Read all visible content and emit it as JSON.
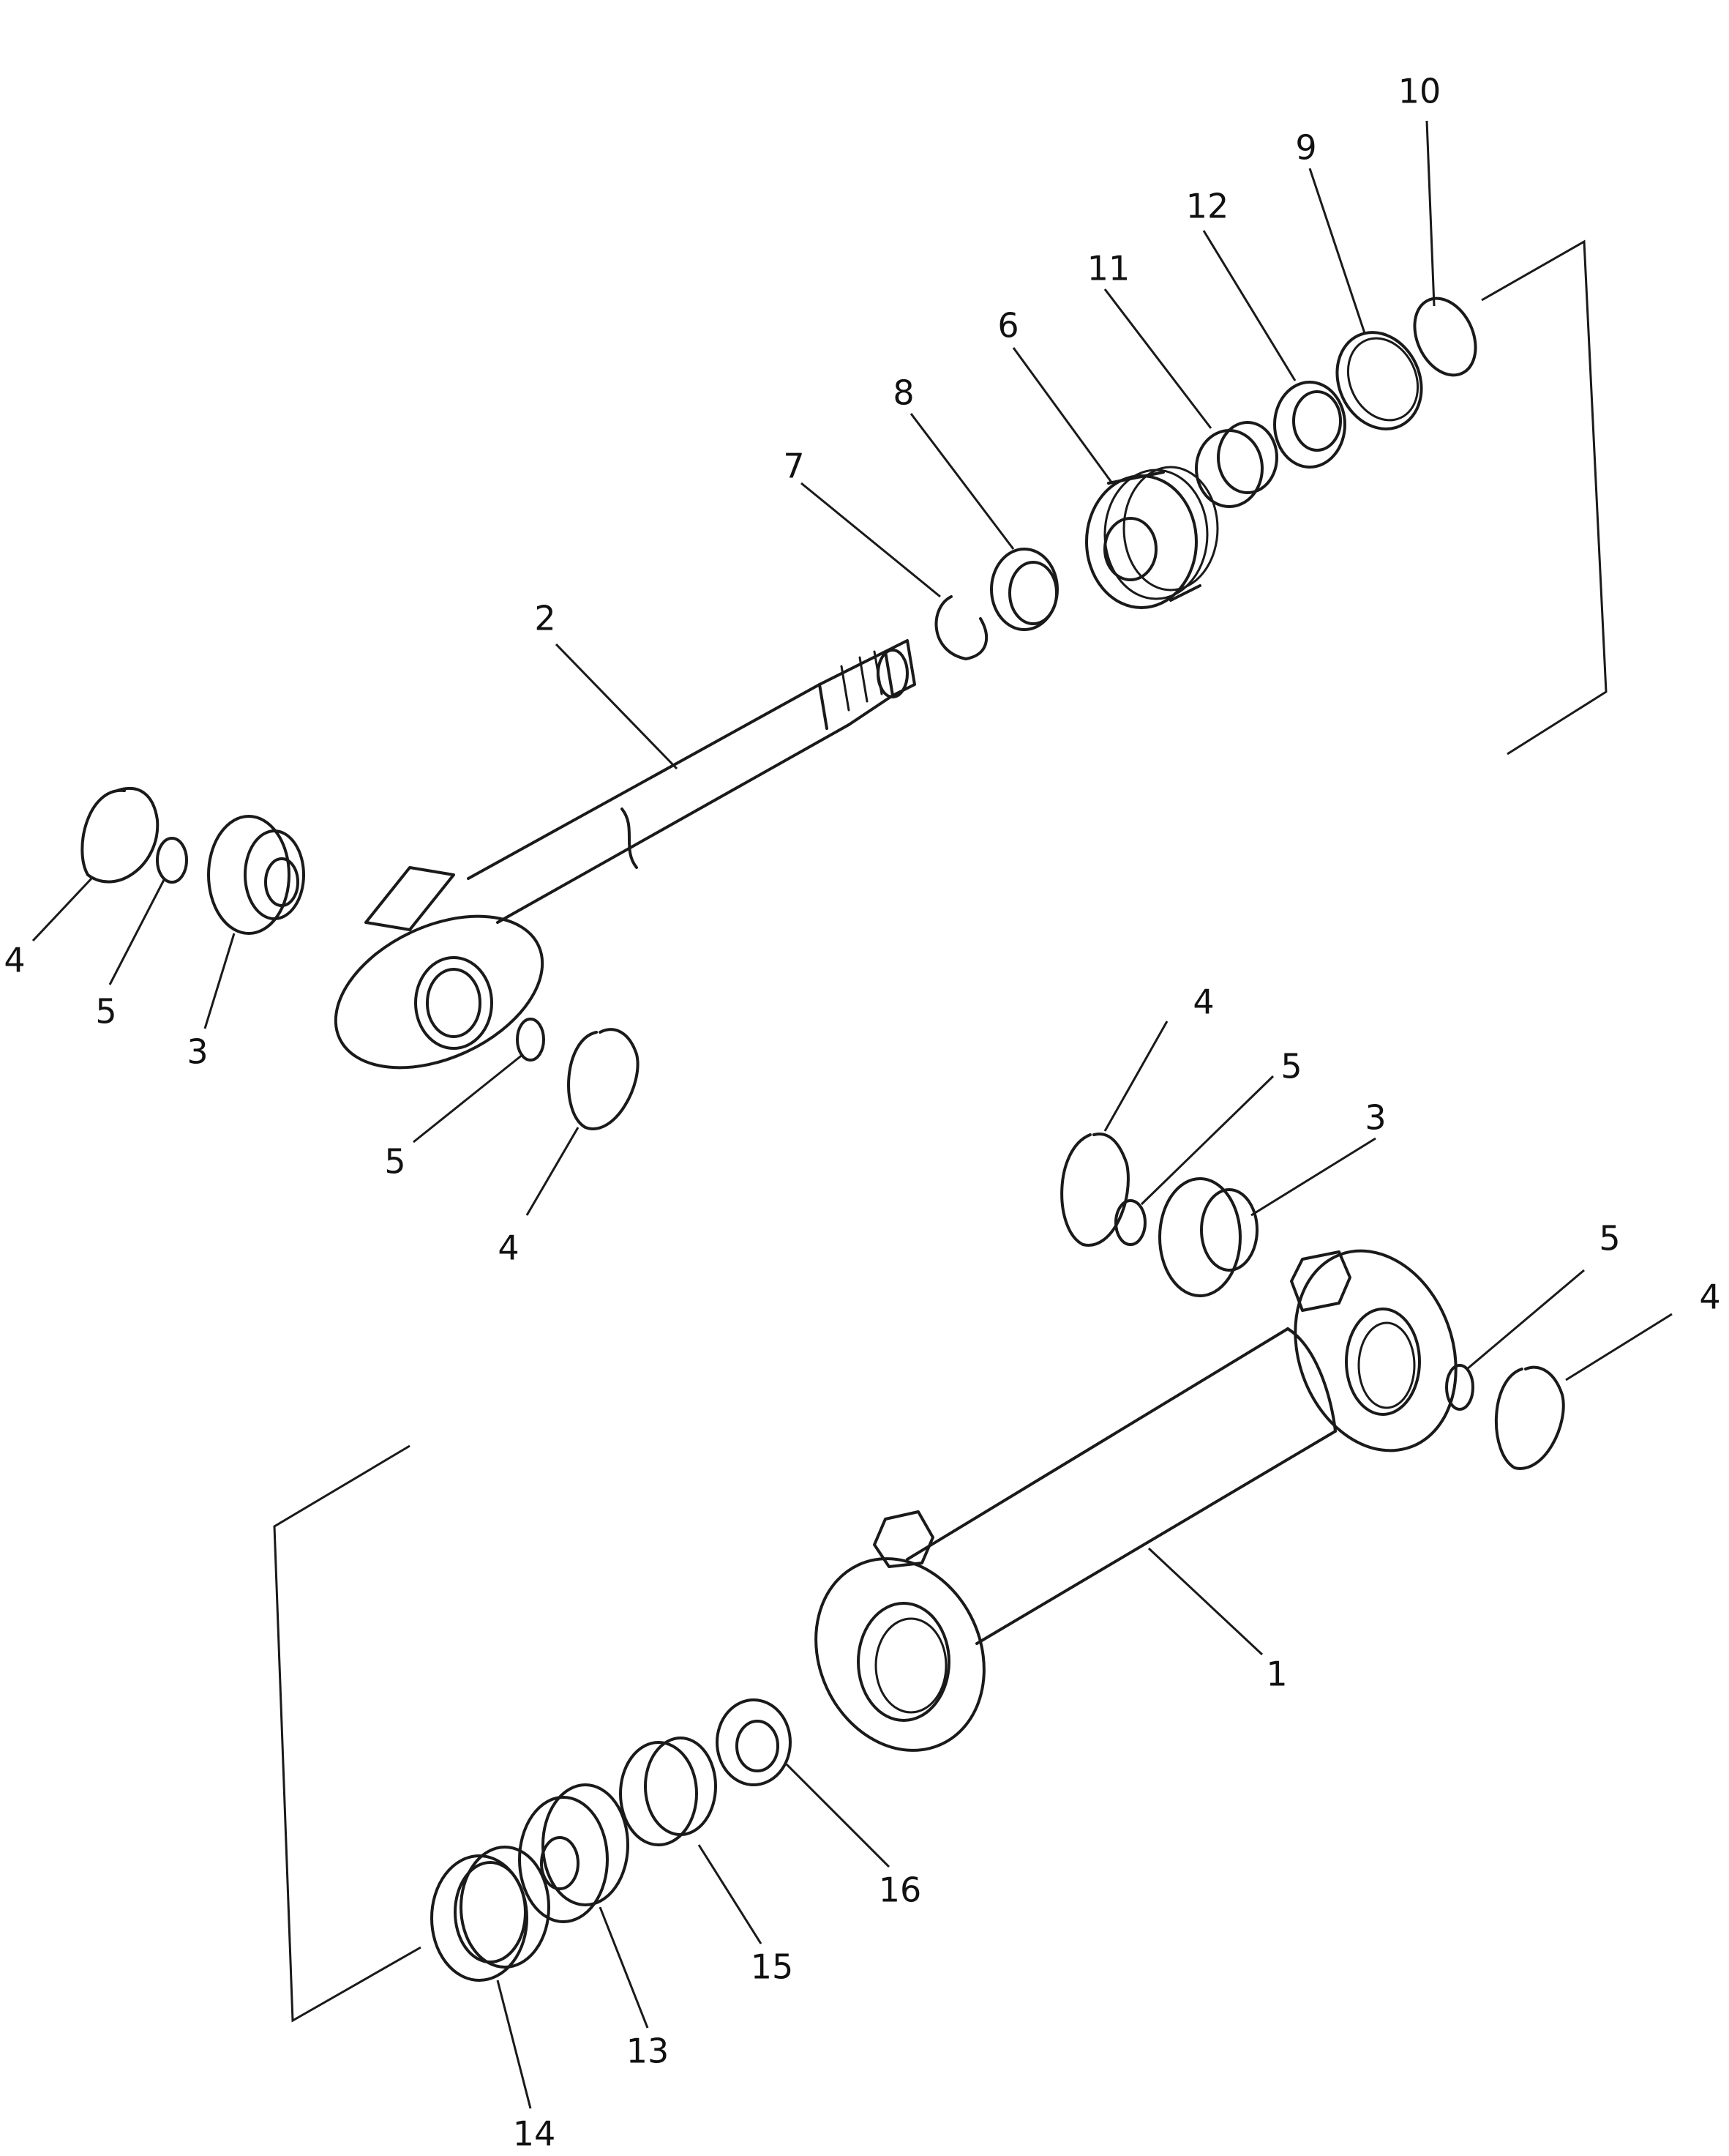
{
  "callouts": [
    {
      "id": "c10",
      "label": "10"
    },
    {
      "id": "c9",
      "label": "9"
    },
    {
      "id": "c12",
      "label": "12"
    },
    {
      "id": "c11",
      "label": "11"
    },
    {
      "id": "c6",
      "label": "6"
    },
    {
      "id": "c8",
      "label": "8"
    },
    {
      "id": "c7",
      "label": "7"
    },
    {
      "id": "c2",
      "label": "2"
    },
    {
      "id": "c4a",
      "label": "4"
    },
    {
      "id": "c5a",
      "label": "5"
    },
    {
      "id": "c3a",
      "label": "3"
    },
    {
      "id": "c5b",
      "label": "5"
    },
    {
      "id": "c4b",
      "label": "4"
    },
    {
      "id": "c4c",
      "label": "4"
    },
    {
      "id": "c5c",
      "label": "5"
    },
    {
      "id": "c3b",
      "label": "3"
    },
    {
      "id": "c5d",
      "label": "5"
    },
    {
      "id": "c4d",
      "label": "4"
    },
    {
      "id": "c1",
      "label": "1"
    },
    {
      "id": "c16",
      "label": "16"
    },
    {
      "id": "c15",
      "label": "15"
    },
    {
      "id": "c13",
      "label": "13"
    },
    {
      "id": "c14",
      "label": "14"
    }
  ]
}
